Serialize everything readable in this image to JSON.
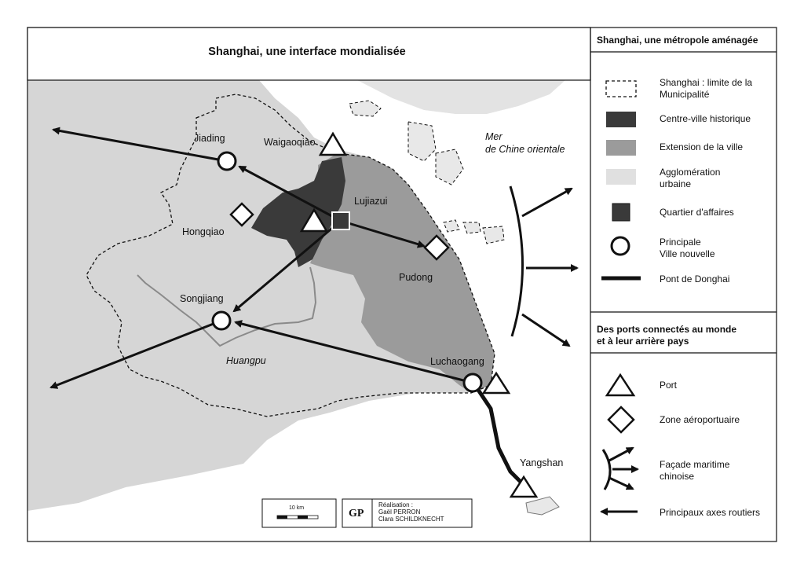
{
  "map": {
    "title": "Shanghai, une interface mondialisée",
    "places": {
      "jiading": "Jiading",
      "waigaoqiao": "Waigaoqiao",
      "lujiazui": "Lujiazui",
      "hongqiao": "Hongqiao",
      "pudong": "Pudong",
      "songjiang": "Songjiang",
      "huangpu": "Huangpu",
      "luchaogang": "Luchaogang",
      "yangshan": "Yangshan",
      "sea_line1": "Mer",
      "sea_line2": "de Chine orientale"
    },
    "scale": "10 km",
    "credit": {
      "logo": "GP",
      "line1": "Réalisation :",
      "line2": "Gaël PERRON",
      "line3": "Clara SCHILDKNECHT"
    }
  },
  "legend": {
    "section1_title": "Shanghai, une métropole aménagée",
    "items1": [
      {
        "label_line1": "Shanghai : limite de la",
        "label_line2": "Municipalité"
      },
      {
        "label_line1": "Centre-ville historique",
        "label_line2": ""
      },
      {
        "label_line1": "Extension de la ville",
        "label_line2": ""
      },
      {
        "label_line1": "Agglomération",
        "label_line2": "urbaine"
      },
      {
        "label_line1": "Quartier d'affaires",
        "label_line2": ""
      },
      {
        "label_line1": "Principale",
        "label_line2": "Ville nouvelle"
      },
      {
        "label_line1": "Pont de Donghai",
        "label_line2": ""
      }
    ],
    "section2_title_line1": "Des ports connectés au monde",
    "section2_title_line2": "et à leur arrière pays",
    "items2": [
      {
        "label_line1": "Port",
        "label_line2": ""
      },
      {
        "label_line1": "Zone aéroportuaire",
        "label_line2": ""
      },
      {
        "label_line1": "Façade maritime",
        "label_line2": "chinoise"
      },
      {
        "label_line1": "Principaux axes routiers",
        "label_line2": ""
      }
    ]
  },
  "colors": {
    "historic_center": "#3a3a3a",
    "city_extension": "#9b9b9b",
    "urban_agglomeration": "#d6d6d6",
    "business_district": "#3a3a3a",
    "outline": "#111111"
  }
}
